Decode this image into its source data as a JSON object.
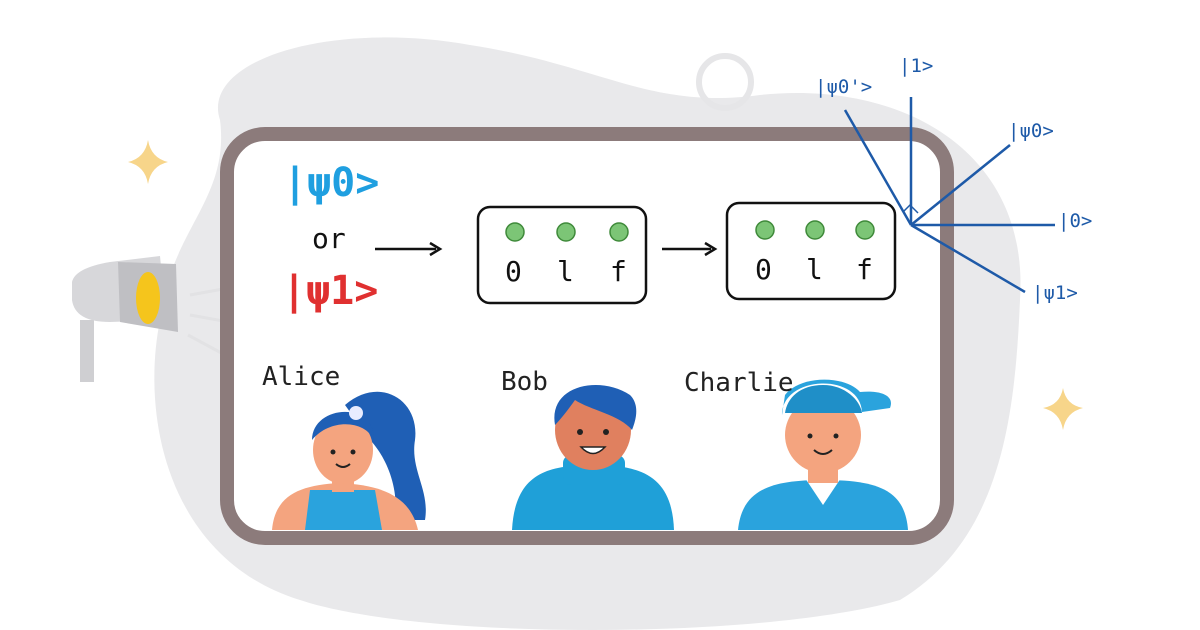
{
  "states": {
    "psi0": "|ψ0>",
    "or": "or",
    "psi1": "|ψ1>"
  },
  "boxes": [
    {
      "labels": [
        "0",
        "l",
        "f"
      ]
    },
    {
      "labels": [
        "0",
        "l",
        "f"
      ]
    }
  ],
  "people": {
    "alice": "Alice",
    "bob": "Bob",
    "charlie": "Charlie"
  },
  "axes": {
    "psi0_prime": "|ψ0'>",
    "one": "|1>",
    "psi0": "|ψ0>",
    "zero": "|0>",
    "psi1": "|ψ1>"
  },
  "colors": {
    "frame": "#8c7b7b",
    "psi0": "#1f9fe0",
    "psi1": "#e03030",
    "axes": "#1e5aa8",
    "led": "#7cc576",
    "skin": "#f4a47f",
    "hair_blue": "#1f5fb5",
    "shirt_blue": "#2aa3dd"
  }
}
